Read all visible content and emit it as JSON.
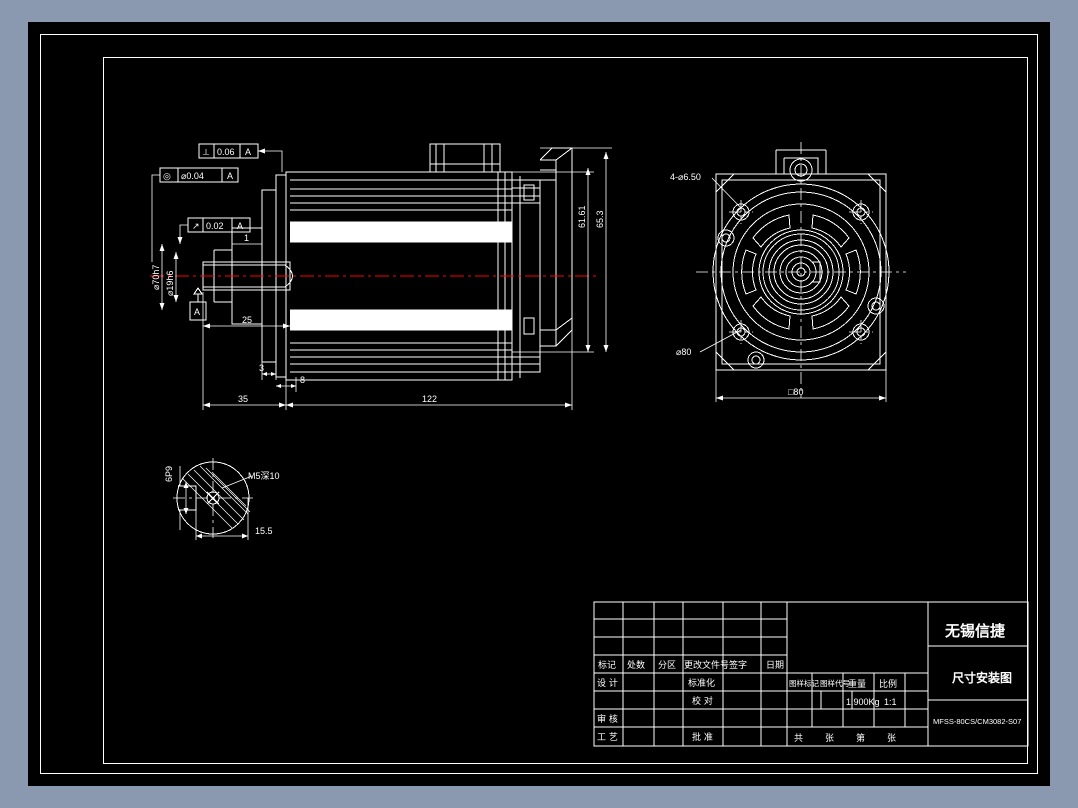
{
  "document": {
    "type": "cad-drawing",
    "background_color": "#8b99b0",
    "sheet_color": "#000000",
    "line_color": "#ffffff",
    "centerline_color": "#ff0000"
  },
  "gdt": {
    "perpendicularity": {
      "symbol": "⟂",
      "tolerance": "0.06",
      "datum": "A"
    },
    "concentricity": {
      "symbol": "◎",
      "tolerance": "⌀0.04",
      "datum": "A"
    },
    "runout": {
      "symbol": "↗",
      "tolerance": "0.02",
      "datum": "A"
    },
    "datum_label": "A"
  },
  "side_view": {
    "shaft_diameter": "⌀19h6",
    "flange_pilot_diameter": "⌀70h7",
    "dim_shaft_length": "25",
    "dim_step_1": "1",
    "dim_step_3": "3",
    "dim_step_8": "8",
    "dim_front_length": "35",
    "dim_body_length": "122",
    "dim_height_61": "61.61",
    "dim_height_65": "65.3"
  },
  "front_view": {
    "mounting_holes": "4-⌀6.50",
    "pilot_diameter": "⌀80",
    "square_flange": "□80"
  },
  "detail_view": {
    "keyway_width": "6P9",
    "tapped_hole": "M5深10",
    "dim_length": "15.5"
  },
  "title_block": {
    "revision_headers": [
      "标记",
      "处数",
      "分区",
      "更改文件号",
      "签字",
      "日期"
    ],
    "roles_left": [
      "设 计",
      "",
      "审 核",
      "工 艺"
    ],
    "roles_mid": [
      "标准化",
      "校 对",
      "",
      "批 准"
    ],
    "spec_headers": [
      "图样标记",
      "图样代号",
      "重量",
      "比例"
    ],
    "weight": "1.900Kg",
    "scale": "1:1",
    "sheet_footer": [
      "共",
      "张",
      "第",
      "张"
    ],
    "company": "无锡信捷",
    "drawing_title": "尺寸安装图",
    "part_number": "MFSS-80CS/CM3082-S07"
  }
}
